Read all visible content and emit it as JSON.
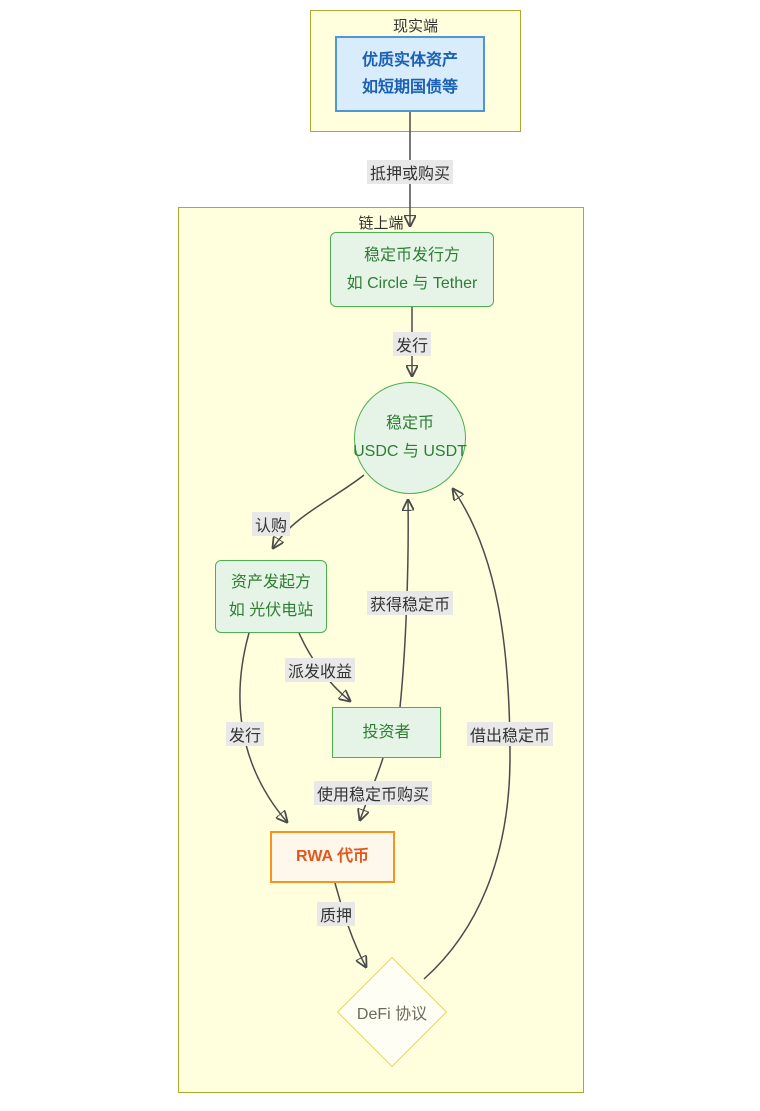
{
  "diagram": {
    "type": "flowchart",
    "containers": [
      {
        "id": "reality",
        "label": "现实端"
      },
      {
        "id": "onchain",
        "label": "链上端"
      }
    ],
    "nodes": [
      {
        "id": "real-asset",
        "shape": "rect",
        "lines": [
          "优质实体资产",
          "如短期国债等"
        ],
        "fill": "#d9ecfc",
        "border": "#4e97d4",
        "text_color": "#1b61b3"
      },
      {
        "id": "stablecoin-issuer",
        "shape": "rounded-rect",
        "lines": [
          "稳定币发行方",
          "如 Circle 与 Tether"
        ],
        "fill": "#e5f4e7",
        "border": "#4caf50",
        "text_color": "#2e7d32"
      },
      {
        "id": "stablecoin",
        "shape": "circle",
        "lines": [
          "稳定币",
          "USDC 与 USDT"
        ],
        "fill": "#e5f4e7",
        "border": "#4caf50",
        "text_color": "#2e7d32"
      },
      {
        "id": "asset-originator",
        "shape": "rounded-rect",
        "lines": [
          "资产发起方",
          "如 光伏电站"
        ],
        "fill": "#e5f4e7",
        "border": "#4caf50",
        "text_color": "#2e7d32"
      },
      {
        "id": "investor",
        "shape": "rect",
        "lines": [
          "投资者"
        ],
        "fill": "#e5f4e7",
        "border": "#4caf50",
        "text_color": "#2e7d32"
      },
      {
        "id": "rwa-token",
        "shape": "rect",
        "lines": [
          "RWA 代币"
        ],
        "fill": "#fdf7ec",
        "border": "#f7941d",
        "text_color": "#e2571c"
      },
      {
        "id": "defi-protocol",
        "shape": "diamond",
        "lines": [
          "DeFi 协议"
        ],
        "fill": "#fffef4",
        "border": "#eed34f",
        "text_color": "#6b6b5a"
      }
    ],
    "edges": [
      {
        "from": "real-asset",
        "to": "stablecoin-issuer",
        "label": "抵押或购买"
      },
      {
        "from": "stablecoin-issuer",
        "to": "stablecoin",
        "label": "发行"
      },
      {
        "from": "stablecoin",
        "to": "asset-originator",
        "label": "认购"
      },
      {
        "from": "asset-originator",
        "to": "investor",
        "label": "派发收益"
      },
      {
        "from": "investor",
        "to": "stablecoin",
        "label": "获得稳定币"
      },
      {
        "from": "asset-originator",
        "to": "rwa-token",
        "label": "发行"
      },
      {
        "from": "investor",
        "to": "rwa-token",
        "label": "使用稳定币购买"
      },
      {
        "from": "rwa-token",
        "to": "defi-protocol",
        "label": "质押"
      },
      {
        "from": "defi-protocol",
        "to": "stablecoin",
        "label": "借出稳定币"
      }
    ],
    "colors": {
      "container_fill": "#ffffde",
      "container_border": "#aaaa33",
      "edge_stroke": "#4b4b4b",
      "edge_label_bg": "#e8e8e8"
    }
  }
}
